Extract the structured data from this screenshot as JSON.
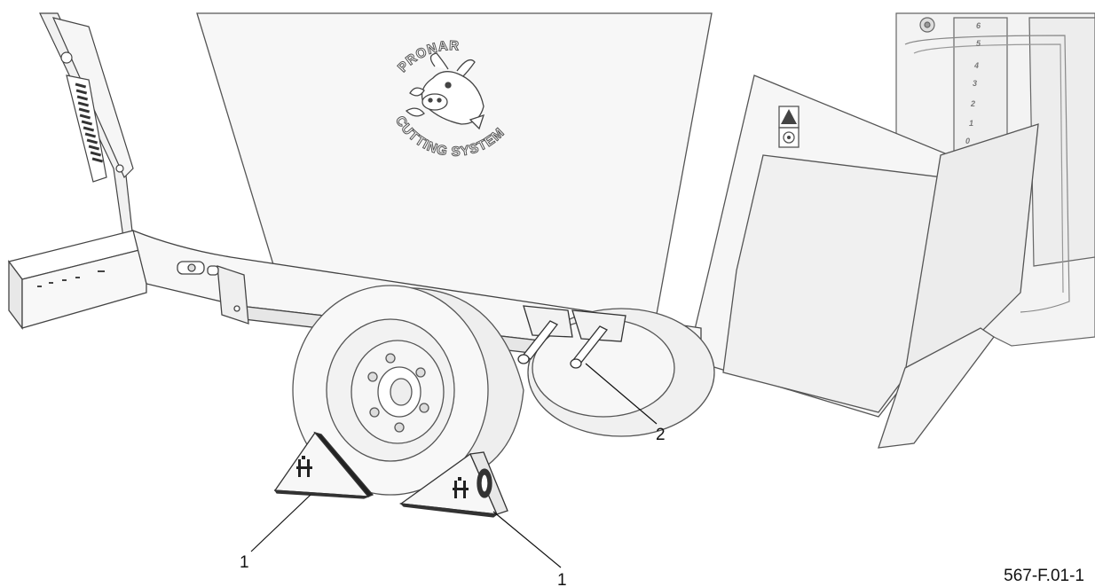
{
  "figure_id": "567-F.01-1",
  "callouts": {
    "chock_left": "1",
    "chock_right": "1",
    "holders": "2"
  },
  "logo": {
    "top_text": "PRONAR",
    "bottom_text": "CUTTING SYSTEM"
  },
  "ladder_steps": [
    "6",
    "5",
    "4",
    "3",
    "2",
    "1",
    "0"
  ],
  "colors": {
    "line": "#555555",
    "fill": "#f2f2f2",
    "dark": "#222222"
  }
}
